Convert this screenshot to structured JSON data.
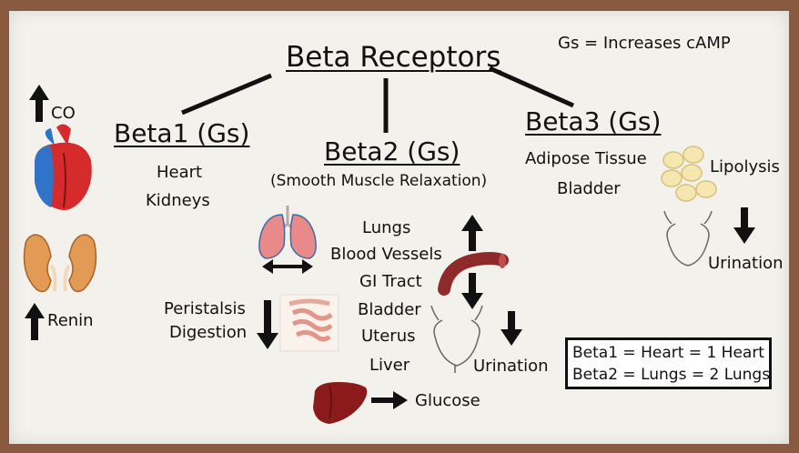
{
  "title": "Beta Receptors",
  "gs_note": "Gs = Increases cAMP",
  "left_panel": {
    "co_label": "CO",
    "renin_label": "Renin"
  },
  "beta1": {
    "heading": "Beta1 (Gs)",
    "items": [
      "Heart",
      "Kidneys"
    ]
  },
  "beta2": {
    "heading": "Beta2 (Gs)",
    "subtitle": "(Smooth Muscle Relaxation)",
    "items": [
      "Lungs",
      "Blood Vessels",
      "GI Tract",
      "Bladder",
      "Uterus",
      "Liver"
    ],
    "peristalsis": "Peristalsis",
    "digestion": "Digestion",
    "urination": "Urination",
    "glucose": "Glucose"
  },
  "beta3": {
    "heading": "Beta3 (Gs)",
    "items": [
      "Adipose Tissue",
      "Bladder"
    ],
    "lipolysis": "Lipolysis",
    "urination": "Urination"
  },
  "mnemonic": {
    "line1": "Beta1 = Heart = 1 Heart",
    "line2": "Beta2 = Lungs = 2 Lungs"
  },
  "icons": [
    "heart-icon",
    "kidneys-icon",
    "lungs-icon",
    "intestines-icon",
    "blood-vessel-icon",
    "bladder-icon",
    "liver-icon",
    "fat-cells-icon"
  ],
  "colors": {
    "frame": "#8a5a40",
    "board": "#f3f1ec",
    "heart_red": "#d62b2b",
    "heart_blue": "#2f74c9",
    "kidney": "#e39a55",
    "lungs": "#e98a8a",
    "liver": "#8b1a1a",
    "fat": "#f6e7b0"
  }
}
